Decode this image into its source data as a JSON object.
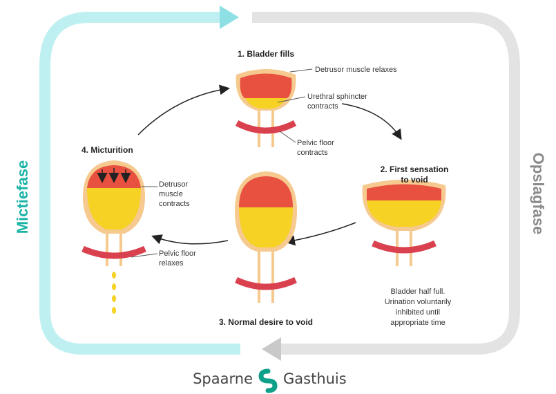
{
  "phases": {
    "left": "Mictiefase",
    "right": "Opslagfase"
  },
  "steps": {
    "s1": {
      "title": "1. Bladder fills",
      "label_a": "Detrusor muscle relaxes",
      "label_b1": "Urethral sphincter",
      "label_b2": "contracts",
      "label_c1": "Pelvic floor",
      "label_c2": "contracts"
    },
    "s2": {
      "title1": "2. First sensation",
      "title2": "to void",
      "note1": "Bladder half full.",
      "note2": "Urination voluntarily",
      "note3": "inhibited until",
      "note4": "appropriate time"
    },
    "s3": {
      "title": "3. Normal desire to void"
    },
    "s4": {
      "title": "4. Micturition",
      "label_a1": "Detrusor",
      "label_a2": "muscle",
      "label_a3": "contracts",
      "label_b1": "Pelvic floor",
      "label_b2": "relaxes"
    }
  },
  "logo": {
    "left": "Spaarne",
    "right": "Gasthuis"
  },
  "colors": {
    "teal": "#19b3a6",
    "teal_light": "#bff0f1",
    "gray": "#8a8a8a",
    "gray_light": "#dcdcdc",
    "urine": "#f5d223",
    "bladder_wall": "#f6c98e",
    "bladder_red": "#e8503f",
    "pelvic": "#d9414f",
    "logo_green": "#0fa08a"
  }
}
